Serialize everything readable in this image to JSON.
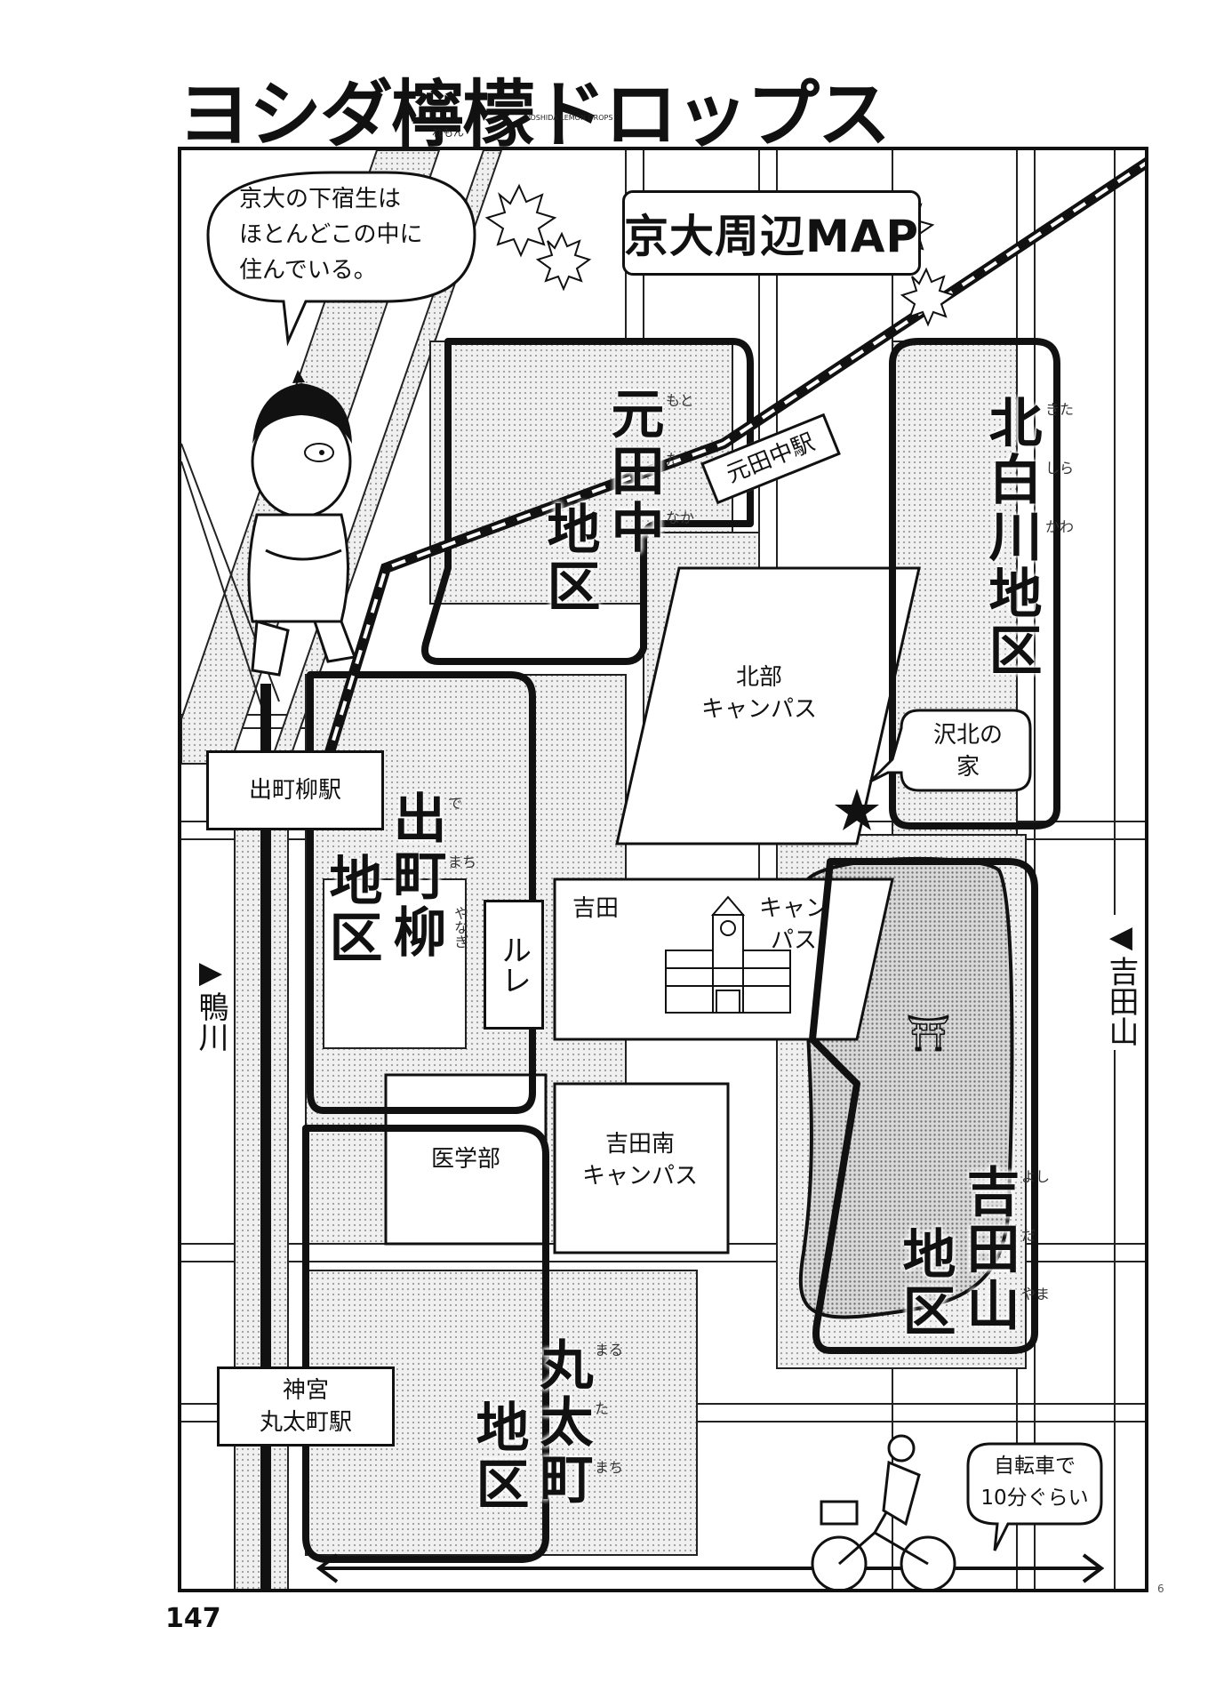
{
  "header": {
    "series_title": "ヨシダ檸檬ドロップス",
    "title_ruby": "れもん",
    "title_sub": "YOSHIDA LEMON DROPS"
  },
  "speech": {
    "character_bubble": [
      "京大の下宿生は",
      "ほとんどこの中に",
      "住んでいる。"
    ],
    "house_bubble": [
      "沢北の",
      "家"
    ],
    "bike_bubble": [
      "自転車で",
      "10分ぐらい"
    ]
  },
  "map": {
    "title": "京大周辺MAP",
    "districts": [
      {
        "name": "元田中",
        "suffix": "地区",
        "furigana": [
          "もと",
          "た",
          "なか"
        ]
      },
      {
        "name": "北白川",
        "suffix": "地区",
        "furigana": [
          "きた",
          "しら",
          "かわ"
        ]
      },
      {
        "name": "出町柳",
        "suffix": "地区",
        "furigana": [
          "で",
          "まち",
          "やなぎ"
        ]
      },
      {
        "name": "吉田山",
        "suffix": "地区",
        "furigana": [
          "よし",
          "だ",
          "やま"
        ]
      },
      {
        "name": "丸太町",
        "suffix": "地区",
        "furigana": [
          "まる",
          "た",
          "まち"
        ]
      }
    ],
    "stations": {
      "motatanaka": "元田中駅",
      "demachiyanagi": "出町柳駅",
      "jingu_marutamachi": [
        "神宮",
        "丸太町駅"
      ]
    },
    "campuses": {
      "north": [
        "北部",
        "キャンパス"
      ],
      "yoshida_left": "吉田",
      "yoshida_right": [
        "キャン",
        "パス"
      ],
      "south": [
        "吉田南",
        "キャンパス"
      ],
      "medical": "医学部"
    },
    "landmarks": {
      "rure": "ルレ",
      "shrine_symbol": "⛩"
    },
    "labels": {
      "kamogawa_arrow": "▶",
      "kamogawa": "鴨川",
      "yoshidayama_arrow": "◀",
      "yoshidayama": "吉田山"
    }
  },
  "footer": {
    "page_number": "147",
    "small_mark": "6"
  }
}
